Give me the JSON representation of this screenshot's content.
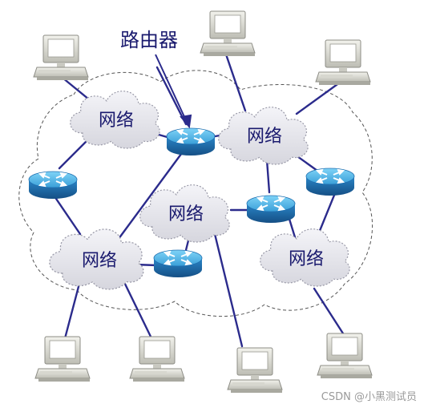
{
  "title_callout": "路由器",
  "cloud_label": "网络",
  "watermark": "CSDN @小黑测试员",
  "colors": {
    "link": "#2b2b8c",
    "router_top": "#5fc0ee",
    "router_side": "#1f6fb0",
    "cloud_fill": "#e6e6ec",
    "cloud_stroke": "#9a9aa8",
    "outline_dashed": "#555555",
    "text": "#1a1a6e"
  },
  "icons": {
    "router": "router-icon",
    "computer": "desktop-computer-icon",
    "cloud": "network-cloud-icon"
  }
}
